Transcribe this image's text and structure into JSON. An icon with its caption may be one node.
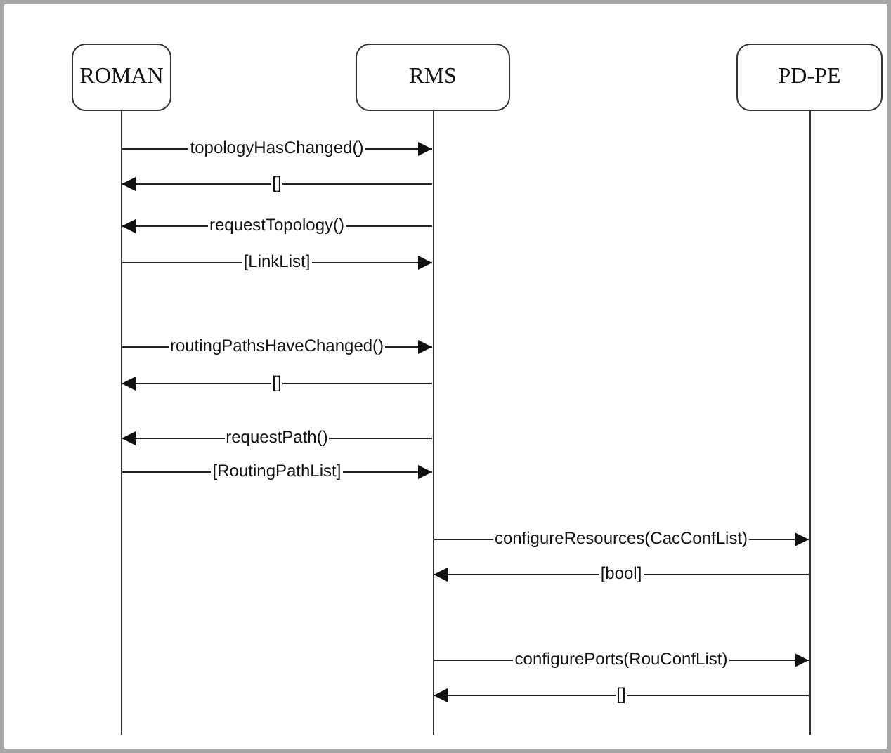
{
  "diagram": {
    "nodes": [
      {
        "text": [
          "ROMAN"
        ]
      },
      {
        "text": [
          "RMS"
        ]
      },
      {
        "text": [
          "PD-PE"
        ]
      },
      {
        "text": [],
        "shape": "bar"
      },
      {
        "text": [],
        "shape": "bar"
      },
      {
        "text": [],
        "shape": "bar"
      }
    ],
    "edges": [
      {
        "from": 3,
        "to": 4,
        "arrow": "to",
        "label": "topologyHasChanged()"
      },
      {
        "from": 4,
        "to": 3,
        "arrow": "to",
        "label": "[]"
      },
      {
        "from": 4,
        "to": 3,
        "arrow": "to",
        "label": "requestTopology()"
      },
      {
        "from": 3,
        "to": 4,
        "arrow": "to",
        "label": "[LinkList]"
      },
      {
        "from": 3,
        "to": 4,
        "arrow": "to",
        "label": "routingPathsHaveChanged()"
      },
      {
        "from": 4,
        "to": 3,
        "arrow": "to",
        "label": "[]"
      },
      {
        "from": 4,
        "to": 3,
        "arrow": "to",
        "label": "requestPath()"
      },
      {
        "from": 3,
        "to": 4,
        "arrow": "to",
        "label": "[RoutingPathList]"
      },
      {
        "from": 4,
        "to": 5,
        "arrow": "to",
        "label": "configureResources(CacConfList)"
      },
      {
        "from": 5,
        "to": 4,
        "arrow": "to",
        "label": "[bool]"
      },
      {
        "from": 4,
        "to": 5,
        "arrow": "to",
        "label": "configurePorts(RouConfList)"
      },
      {
        "from": 5,
        "to": 4,
        "arrow": "to",
        "label": "[]"
      }
    ]
  }
}
